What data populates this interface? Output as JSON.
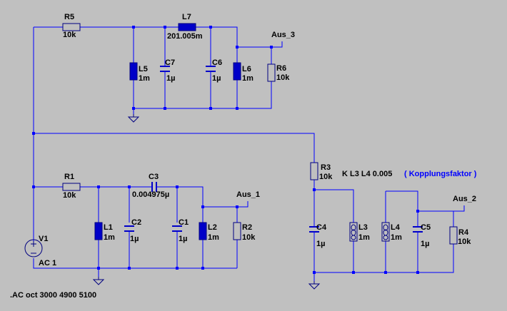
{
  "labels": {
    "R5": "R5",
    "R5_val": "10k",
    "L7": "L7",
    "L7_val": "201.005m",
    "aus3": "Aus_3",
    "L5": "L5",
    "L5_val": "1m",
    "C7": "C7",
    "C7_val": "1µ",
    "C6": "C6",
    "C6_val": "1µ",
    "L6": "L6",
    "L6_val": "1m",
    "R6": "R6",
    "R6_val": "10k",
    "R3": "R3",
    "R3_val": "10k",
    "coupling": "K L3 L4 0.005",
    "coupling_note": "( Kopplungsfaktor )",
    "R1": "R1",
    "R1_val": "10k",
    "C3": "C3",
    "C3_val": "0.004975µ",
    "aus1": "Aus_1",
    "aus2": "Aus_2",
    "L1": "L1",
    "L1_val": "1m",
    "C2": "C2",
    "C2_val": "1µ",
    "C1": "C1",
    "C1_val": "1µ",
    "L2": "L2",
    "L2_val": "1m",
    "R2": "R2",
    "R2_val": "10k",
    "V1": "V1",
    "V1_val": "AC 1",
    "C4": "C4",
    "C4_val": "1µ",
    "L3": "L3",
    "L3_val": "1m",
    "L4": "L4",
    "L4_val": "1m",
    "C5": "C5",
    "C5_val": "1µ",
    "R4": "R4",
    "R4_val": "10k",
    "directive": ".AC oct 3000 4900 5100"
  },
  "colors": {
    "background": "#c0c0c0",
    "wire": "#0000ff",
    "component": "#000080",
    "text": "#000000"
  }
}
